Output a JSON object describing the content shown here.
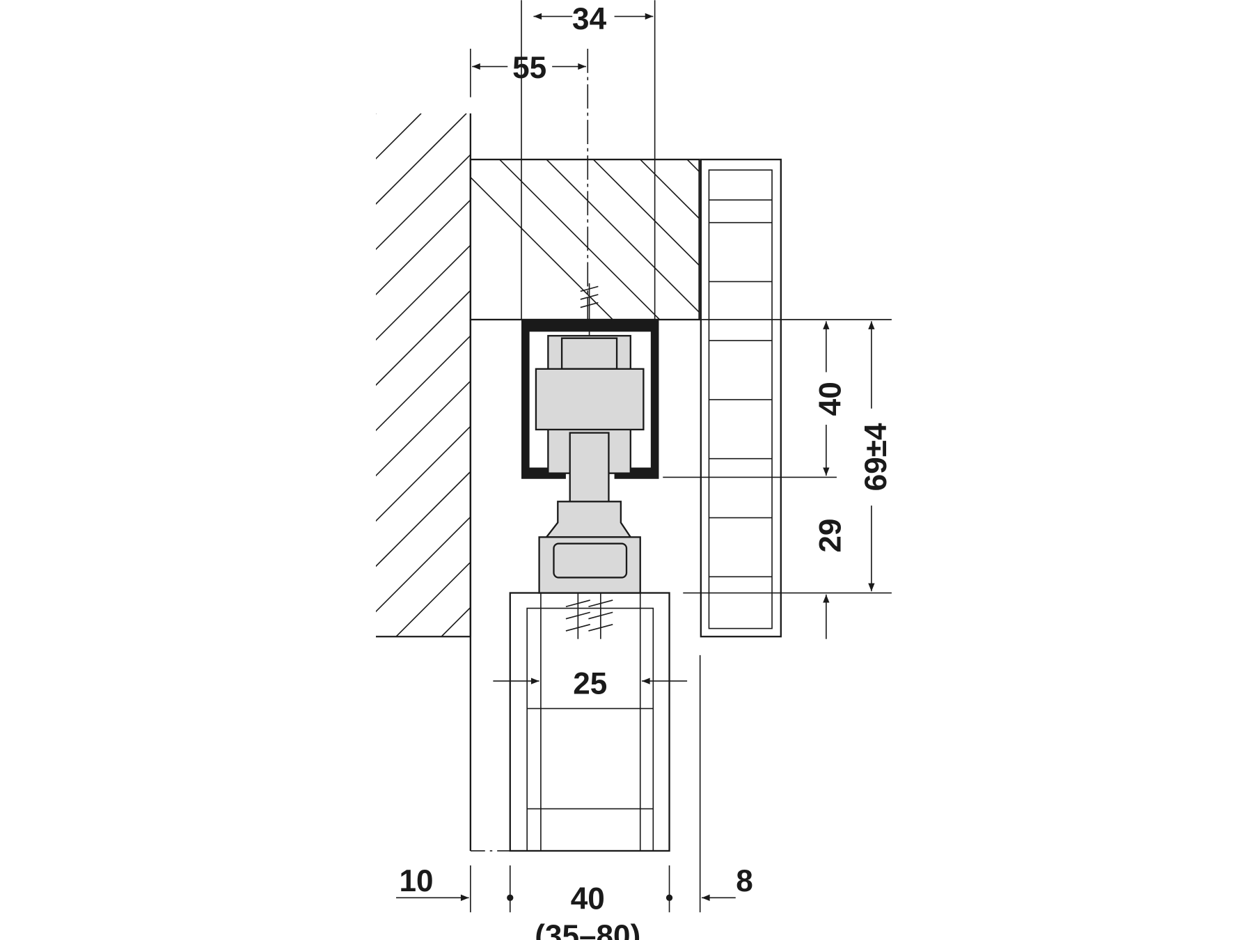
{
  "title": "Sliding door fitting dimension drawing",
  "dimensions": {
    "top_34": "34",
    "top_55": "55",
    "vertical_40": "40",
    "vertical_69": "69±4",
    "vertical_29": "29",
    "width_25": "25",
    "left_10": "10",
    "door_40": "40",
    "door_range": "(35–80)",
    "right_8": "8"
  },
  "colors": {
    "line": "#1a1a1a",
    "part_fill": "#d9d9d9",
    "profile": "#1a1a1a"
  }
}
